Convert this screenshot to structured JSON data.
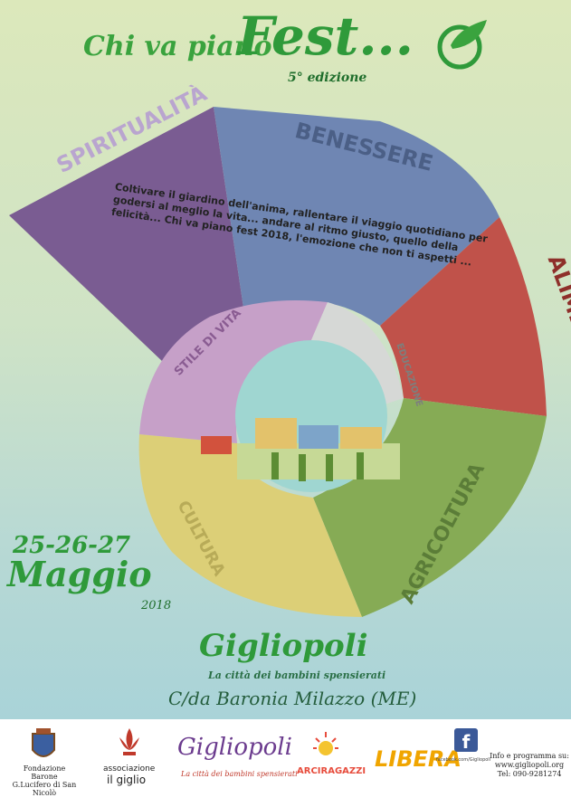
{
  "header": {
    "title_part1": "Chi va piano",
    "title_part2": "Fest...",
    "edition": "5° edizione"
  },
  "wheel": {
    "segments": [
      "SPIRITUALITÀ",
      "BENESSERE",
      "ALIMENTAZIONE",
      "AGRICOLTURA",
      "CULTURA",
      "STILE DI VITA",
      "EDUCAZIONE"
    ],
    "spiral_text": "Coltivare il giardino dell'anima, rallentare il viaggio quotidiano per godersi al meglio la vita... andare al ritmo giusto, quello della felicità... Chi va piano fest 2018, l'emozione che non ti aspetti ...",
    "colors": {
      "spiritualita": "#7a5c92",
      "benessere": "#6f86b3",
      "alimentazione": "#c0524a",
      "agricoltura": "#86ab55",
      "cultura": "#dccf77",
      "stile_di_vita": "#c6a0c8",
      "educazione": "#d6d8d6",
      "center": "#9fd6d1"
    }
  },
  "dates": {
    "days": "25-26-27",
    "month": "Maggio",
    "year": "2018"
  },
  "venue": {
    "name": "Gigliopoli",
    "tagline": "La città dei bambini spensierati",
    "address": "C/da Baronia Milazzo (ME)"
  },
  "footer": {
    "fondazione": "Fondazione Barone G.Lucifero di San Nicolò",
    "associazione_line1": "associazione",
    "associazione_line2": "il giglio",
    "gigliopoli_logo": "Gigliopoli",
    "gigliopoli_tagline": "La città dei bambini spensierati",
    "arciragazzi": "ARCIRAGAZZI",
    "libera": "LIBERA",
    "facebook_caption": "facebook.com/Gigliopoli",
    "info_line1": "Info e programma su:",
    "info_line2": "www.gigliopoli.org",
    "info_line3": "Tel: 090-9281274"
  }
}
